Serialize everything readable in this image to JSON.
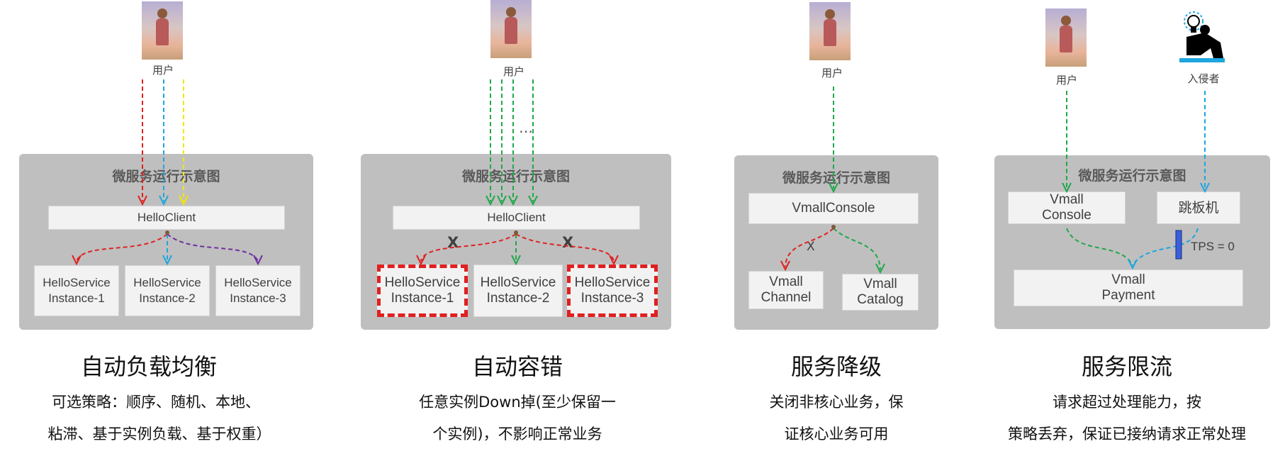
{
  "panels": [
    {
      "title": "微服务运行示意图",
      "user_label": "用户",
      "heading": "自动负载均衡",
      "sub1": "可选策略：顺序、随机、本地、",
      "sub2": "粘滞、基于实例负载、基于权重）",
      "client": "HelloClient",
      "instances": [
        "HelloService\nInstance-1",
        "HelloService\nInstance-2",
        "HelloService\nInstance-3"
      ]
    },
    {
      "title": "微服务运行示意图",
      "user_label": "用户",
      "heading": "自动容错",
      "sub1": "任意实例Down掉(至少保留一",
      "sub2": "个实例)，不影响正常业务",
      "client": "HelloClient",
      "ellipsis": "…",
      "x_mark": "X",
      "instances": [
        "HelloService\nInstance-1",
        "HelloService\nInstance-2",
        "HelloService\nInstance-3"
      ]
    },
    {
      "title": "微服务运行示意图",
      "user_label": "用户",
      "heading": "服务降级",
      "sub1": "关闭非核心业务，保",
      "sub2": "证核心业务可用",
      "console": "VmallConsole",
      "channel": "Vmall\nChannel",
      "catalog": "Vmall\nCatalog",
      "x_mark": "X"
    },
    {
      "title": "微服务运行示意图",
      "user_label": "用户",
      "intruder_label": "入侵者",
      "heading": "服务限流",
      "sub1": "请求超过处理能力，按",
      "sub2": "策略丢弃，保证已接纳请求正常处理",
      "console": "Vmall\nConsole",
      "jump": "跳板机",
      "payment": "Vmall\nPayment",
      "tps": "TPS = 0"
    }
  ],
  "colors": {
    "red": "#e02020",
    "blue": "#1ea6e0",
    "yellow": "#f2e600",
    "green": "#1fa84a",
    "purple": "#7030a0",
    "panel": "#bfbfbf",
    "bar": "#3b5fd9"
  },
  "icons": {
    "user": "user-photo-icon",
    "intruder": "intruder-lightbulb-icon"
  }
}
